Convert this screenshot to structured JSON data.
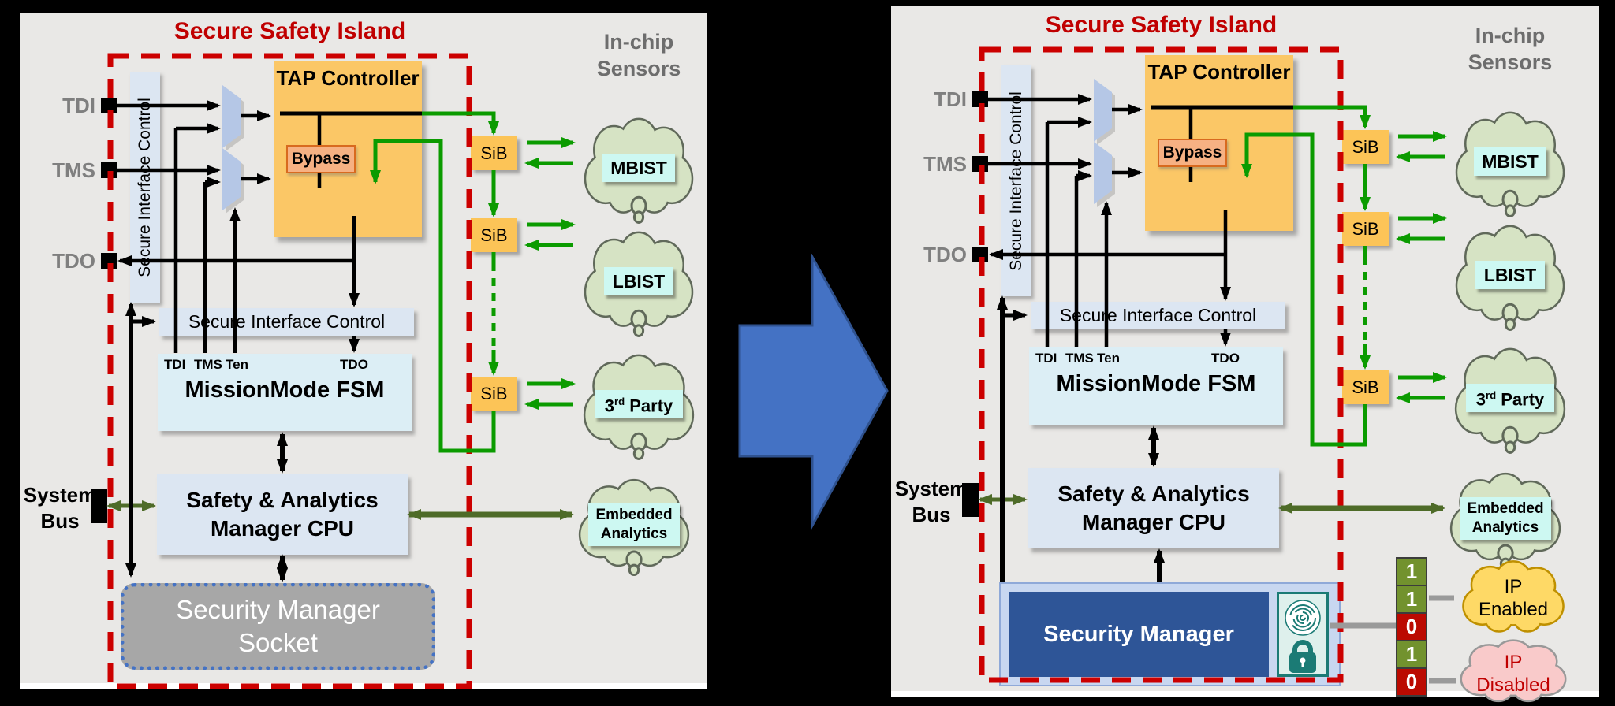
{
  "palette": {
    "background": "#000000",
    "panel_bg": "#e9e8e6",
    "red": "#c00000",
    "red_dash": "#cc0000",
    "orange_box": "#fbc766",
    "sib_fill": "#fcc457",
    "bypass_fill": "#f6b183",
    "bypass_border": "#d86a1f",
    "light_blue_box": "#dce6f2",
    "fsm_box": "#dceef5",
    "mux_fill": "#b5c7e6",
    "trapezoid_fill": "#c9d7ee",
    "cloud_green": "#d6e3c4",
    "cloud_stroke": "#60695a",
    "cloud_label_bg": "#cdf8f2",
    "green": "#0b9b00",
    "olive": "#4e6b28",
    "gray_line": "#9a9a9a",
    "pin_label": "#7f7f7f",
    "sensors_label": "#6d6d6d",
    "socket_gray": "#a7a7a7",
    "socket_border": "#4472c4",
    "secman_container": "#c8d7f0",
    "secman_blue": "#2e5597",
    "teal": "#1b7b75",
    "teal_bg": "#def0ec",
    "ind_green": "#72922e",
    "ind_red": "#bb0a01",
    "ip_enabled_fill": "#fed966",
    "ip_enabled_stroke": "#bf9000",
    "ip_disabled_fill": "#f9caca",
    "ip_disabled_stroke": "#999999",
    "arrow_blue": "#4472c4",
    "arrow_blue_border": "#2f528f"
  },
  "panels": [
    {
      "side": "before",
      "title": "Secure Safety Island",
      "pins": [
        "TDI",
        "TMS",
        "TDO"
      ],
      "vertical_control": "Secure Interface Control",
      "tap_title": "TAP Controller",
      "bypass": "Bypass",
      "interface_control": "Secure Interface Control",
      "fsm": {
        "inputs": [
          "TDI",
          "TMS",
          "Ten"
        ],
        "output": "TDO",
        "title": "MissionMode FSM"
      },
      "cpu": [
        "Safety & Analytics",
        "Manager CPU"
      ],
      "system_bus": [
        "System",
        "Bus"
      ],
      "sib": "SiB",
      "sensors_title": [
        "In-chip",
        "Sensors"
      ],
      "clouds": [
        {
          "name": "mbist-cloud",
          "label": "MBIST"
        },
        {
          "name": "lbist-cloud",
          "label": "LBIST"
        },
        {
          "name": "third-party-cloud",
          "label": {
            "pre": "3",
            "sup": "rd",
            "post": " Party"
          }
        },
        {
          "name": "embedded-analytics-cloud",
          "label": [
            "Embedded",
            "Analytics"
          ]
        }
      ],
      "bottom": {
        "type": "socket",
        "label": [
          "Security Manager",
          "Socket"
        ]
      }
    },
    {
      "side": "after",
      "title": "Secure Safety Island",
      "pins": [
        "TDI",
        "TMS",
        "TDO"
      ],
      "vertical_control": "Secure Interface Control",
      "tap_title": "TAP Controller",
      "bypass": "Bypass",
      "interface_control": "Secure Interface Control",
      "fsm": {
        "inputs": [
          "TDI",
          "TMS",
          "Ten"
        ],
        "output": "TDO",
        "title": "MissionMode FSM"
      },
      "cpu": [
        "Safety & Analytics",
        "Manager CPU"
      ],
      "system_bus": [
        "System",
        "Bus"
      ],
      "sib": "SiB",
      "sensors_title": [
        "In-chip",
        "Sensors"
      ],
      "clouds": [
        {
          "name": "mbist-cloud",
          "label": "MBIST"
        },
        {
          "name": "lbist-cloud",
          "label": "LBIST"
        },
        {
          "name": "third-party-cloud",
          "label": {
            "pre": "3",
            "sup": "rd",
            "post": " Party"
          }
        },
        {
          "name": "embedded-analytics-cloud",
          "label": [
            "Embedded",
            "Analytics"
          ]
        }
      ],
      "bottom": {
        "type": "security_manager",
        "label": "Security Manager",
        "icons": [
          "fingerprint-icon",
          "lock-icon"
        ],
        "indicators": [
          {
            "value": "1",
            "state": "enabled"
          },
          {
            "value": "1",
            "state": "enabled"
          },
          {
            "value": "0",
            "state": "disabled"
          },
          {
            "value": "1",
            "state": "enabled"
          },
          {
            "value": "0",
            "state": "disabled"
          }
        ],
        "ip_clouds": [
          {
            "name": "ip-enabled-cloud",
            "label": [
              "IP",
              "Enabled"
            ]
          },
          {
            "name": "ip-disabled-cloud",
            "label": [
              "IP",
              "Disabled"
            ]
          }
        ]
      }
    }
  ]
}
